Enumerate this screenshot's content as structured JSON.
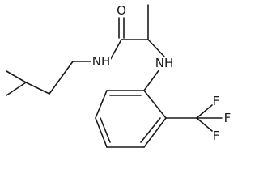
{
  "molecule": {
    "atoms": {
      "oxygen": "O",
      "amide_nitrogen": "NH",
      "amine_nitrogen": "NH",
      "fluorine_1": "F",
      "fluorine_2": "F",
      "fluorine_3": "F"
    }
  }
}
